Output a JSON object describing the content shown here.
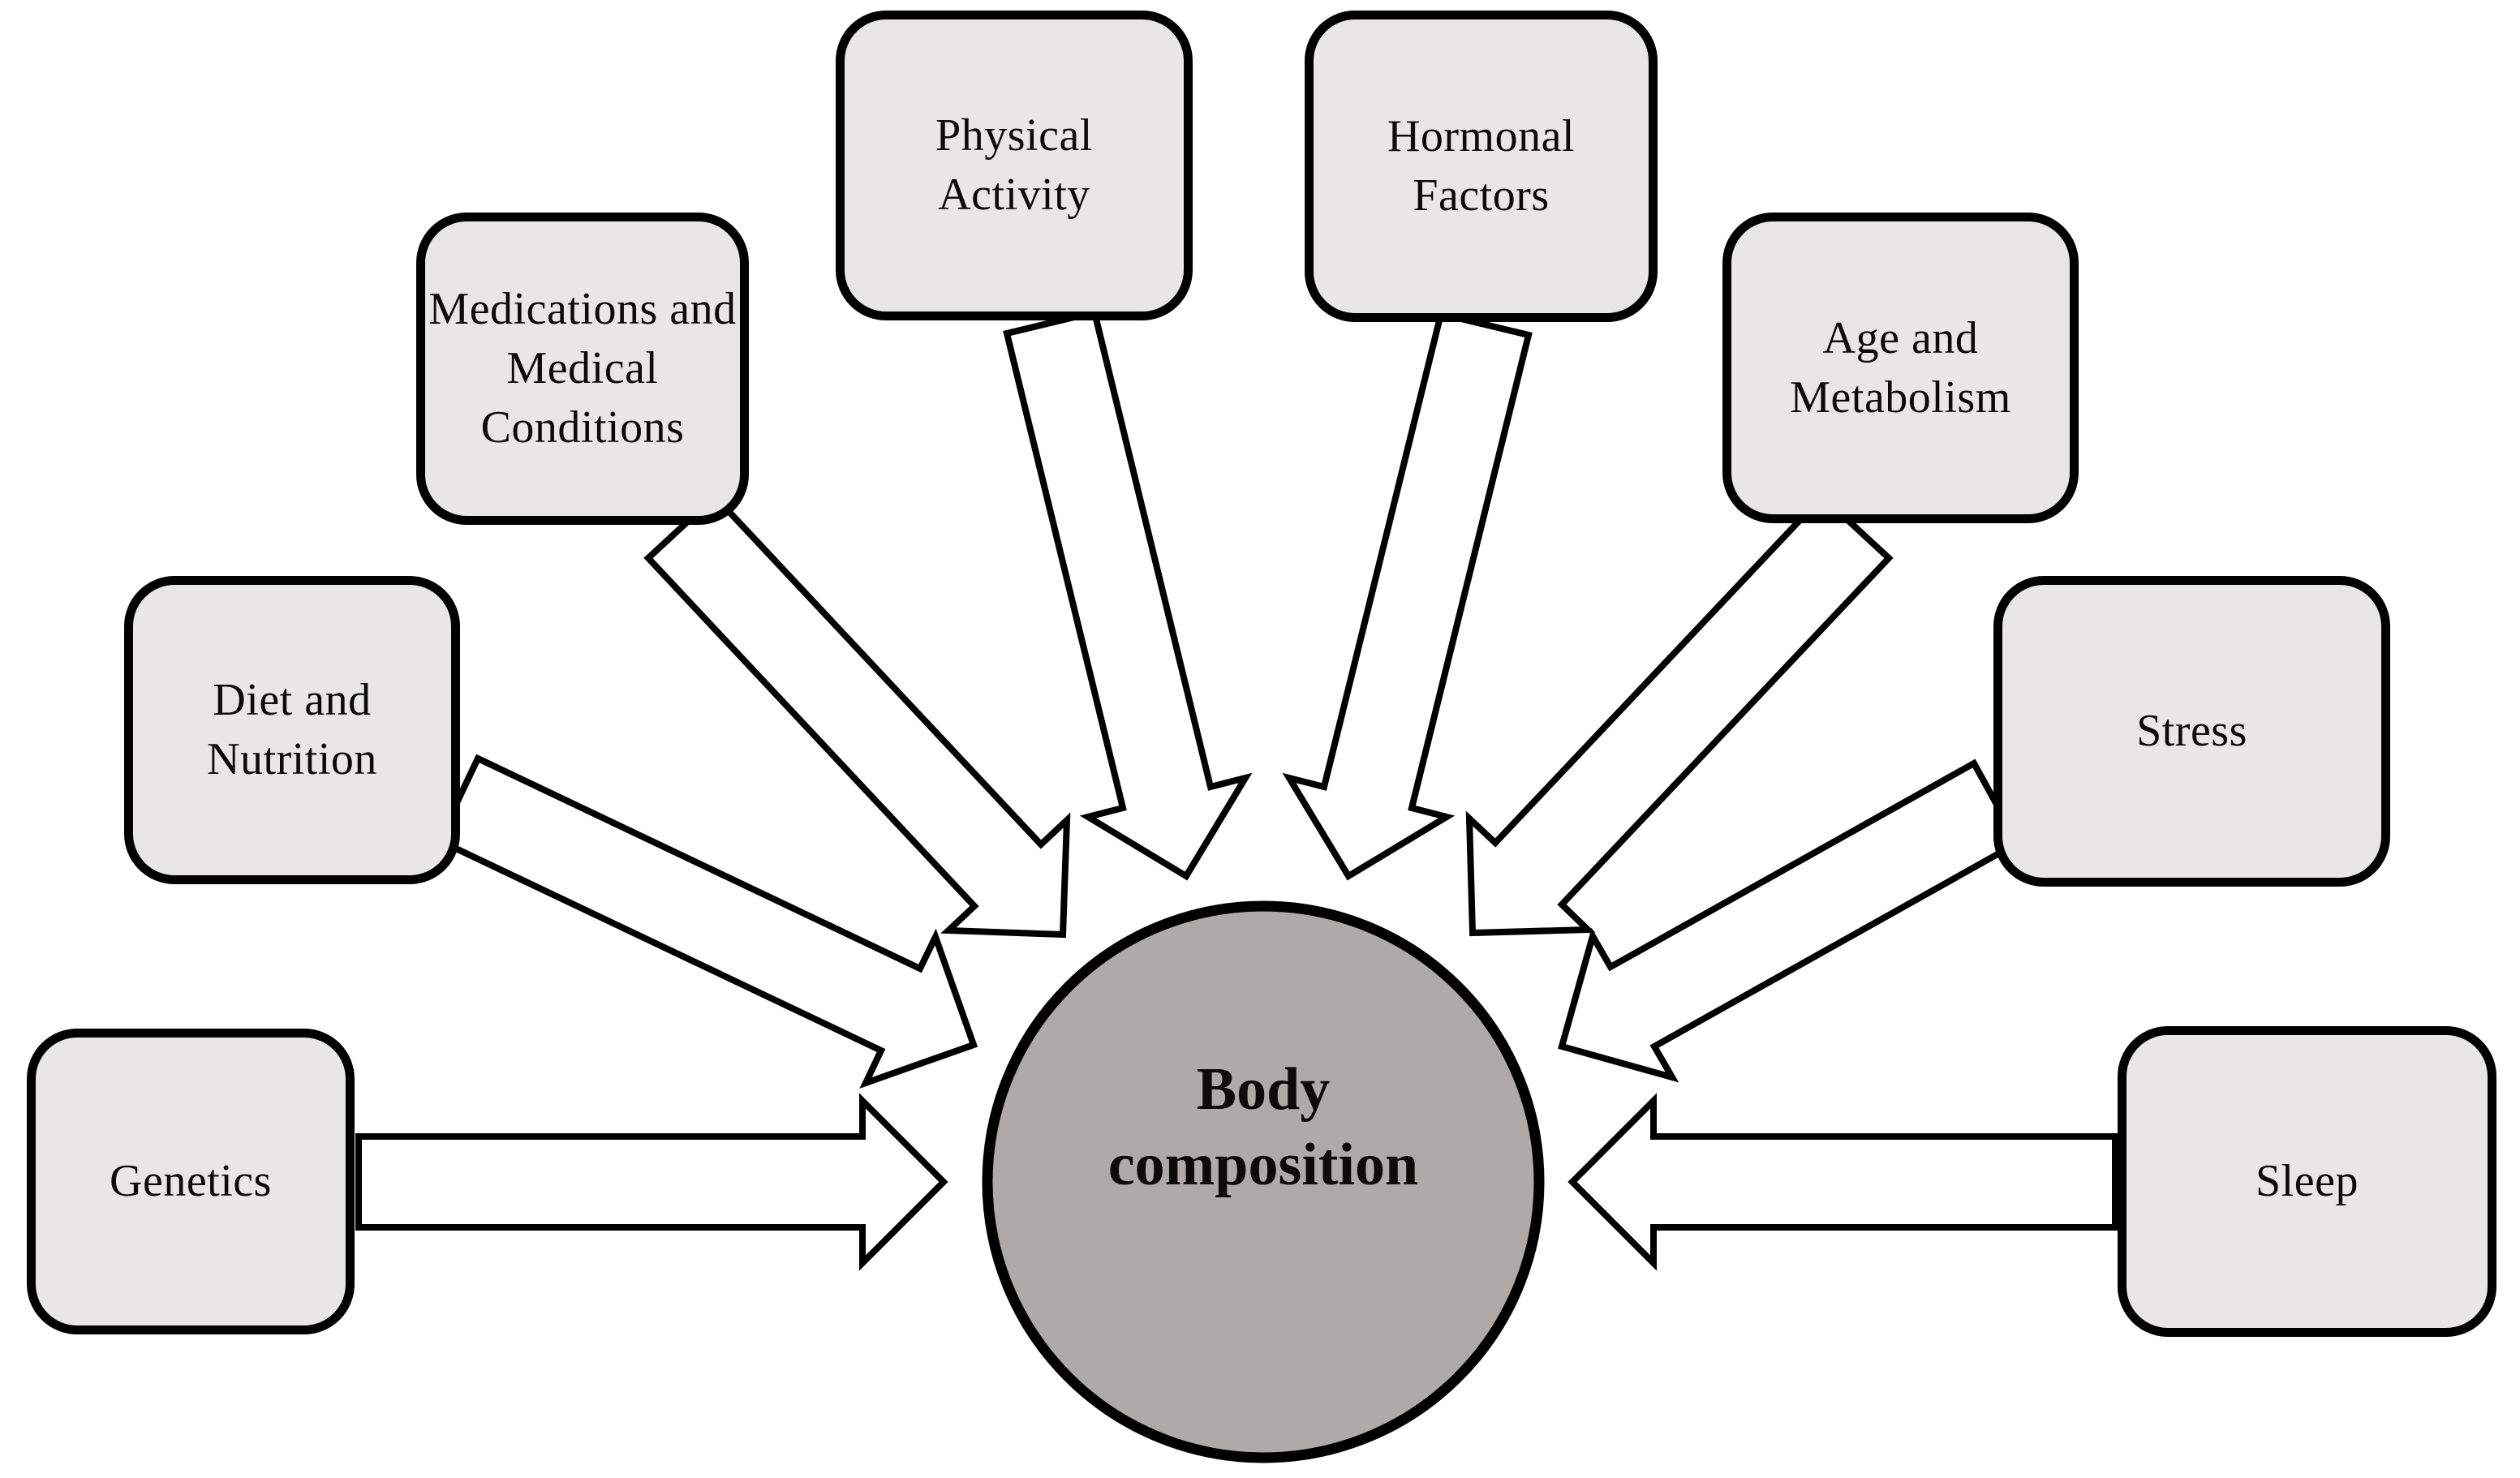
{
  "diagram": {
    "center": {
      "label": "Body composition",
      "lines": [
        "Body",
        "composition"
      ]
    },
    "factors": [
      {
        "id": "genetics",
        "label": "Genetics",
        "lines": [
          "Genetics"
        ]
      },
      {
        "id": "diet",
        "label": "Diet and Nutrition",
        "lines": [
          "Diet and",
          "Nutrition"
        ]
      },
      {
        "id": "medications",
        "label": "Medications and Medical Conditions",
        "lines": [
          "Medications and",
          "Medical",
          "Conditions"
        ]
      },
      {
        "id": "physical",
        "label": "Physical Activity",
        "lines": [
          "Physical",
          "Activity"
        ]
      },
      {
        "id": "hormonal",
        "label": "Hormonal Factors",
        "lines": [
          "Hormonal",
          "Factors"
        ]
      },
      {
        "id": "age",
        "label": "Age and Metabolism",
        "lines": [
          "Age and",
          "Metabolism"
        ]
      },
      {
        "id": "stress",
        "label": "Stress",
        "lines": [
          "Stress"
        ]
      },
      {
        "id": "sleep",
        "label": "Sleep",
        "lines": [
          "Sleep"
        ]
      }
    ],
    "connections": [
      {
        "from": "Genetics",
        "to": "Body composition"
      },
      {
        "from": "Diet and Nutrition",
        "to": "Body composition"
      },
      {
        "from": "Medications and Medical Conditions",
        "to": "Body composition"
      },
      {
        "from": "Physical Activity",
        "to": "Body composition"
      },
      {
        "from": "Hormonal Factors",
        "to": "Body composition"
      },
      {
        "from": "Age and Metabolism",
        "to": "Body composition"
      },
      {
        "from": "Stress",
        "to": "Body composition"
      },
      {
        "from": "Sleep",
        "to": "Body composition"
      }
    ],
    "colors": {
      "background": "#ffffff",
      "box_fill": "#e8e7e5",
      "box_border": "#000000",
      "circle_fill": "#aeaaa7",
      "circle_border": "#000000",
      "arrow_fill": "#ffffff",
      "arrow_outline": "#000000",
      "text": "#0b0b0b"
    }
  }
}
